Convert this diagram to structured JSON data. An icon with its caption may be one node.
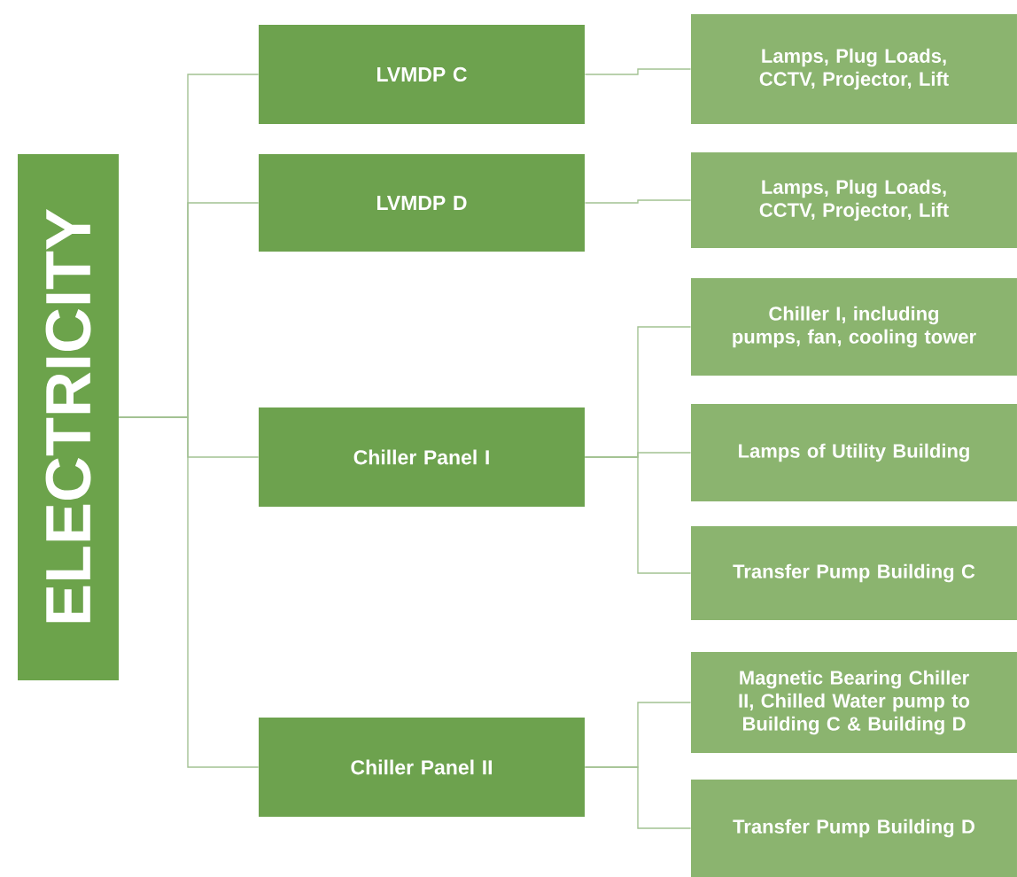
{
  "diagram": {
    "nodes": [
      {
        "text": [
          "ELECTRICITY"
        ]
      },
      {
        "text": [
          "LVMDP C"
        ]
      },
      {
        "text": [
          "LVMDP D"
        ]
      },
      {
        "text": [
          "Chiller Panel I"
        ]
      },
      {
        "text": [
          "Chiller Panel II"
        ]
      },
      {
        "text": [
          "Lamps, Plug Loads, CCTV, Projector, Lift"
        ]
      },
      {
        "text": [
          "Lamps, Plug Loads, CCTV, Projector, Lift"
        ]
      },
      {
        "text": [
          "Chiller I, including pumps, fan, cooling tower"
        ]
      },
      {
        "text": [
          "Lamps of Utility Building"
        ]
      },
      {
        "text": [
          "Transfer Pump Building C"
        ]
      },
      {
        "text": [
          "Magnetic Bearing Chiller II, Chilled Water pump to Building C & Building D"
        ]
      },
      {
        "text": [
          "Transfer Pump Building D"
        ]
      }
    ],
    "edges": [
      {
        "from": 0,
        "to": 1,
        "arrow": "none"
      },
      {
        "from": 0,
        "to": 2,
        "arrow": "none"
      },
      {
        "from": 0,
        "to": 3,
        "arrow": "none"
      },
      {
        "from": 0,
        "to": 4,
        "arrow": "none"
      },
      {
        "from": 1,
        "to": 5,
        "arrow": "none"
      },
      {
        "from": 2,
        "to": 6,
        "arrow": "none"
      },
      {
        "from": 3,
        "to": 7,
        "arrow": "none"
      },
      {
        "from": 3,
        "to": 8,
        "arrow": "none"
      },
      {
        "from": 3,
        "to": 9,
        "arrow": "none"
      },
      {
        "from": 4,
        "to": 10,
        "arrow": "none"
      },
      {
        "from": 4,
        "to": 11,
        "arrow": "none"
      }
    ]
  }
}
